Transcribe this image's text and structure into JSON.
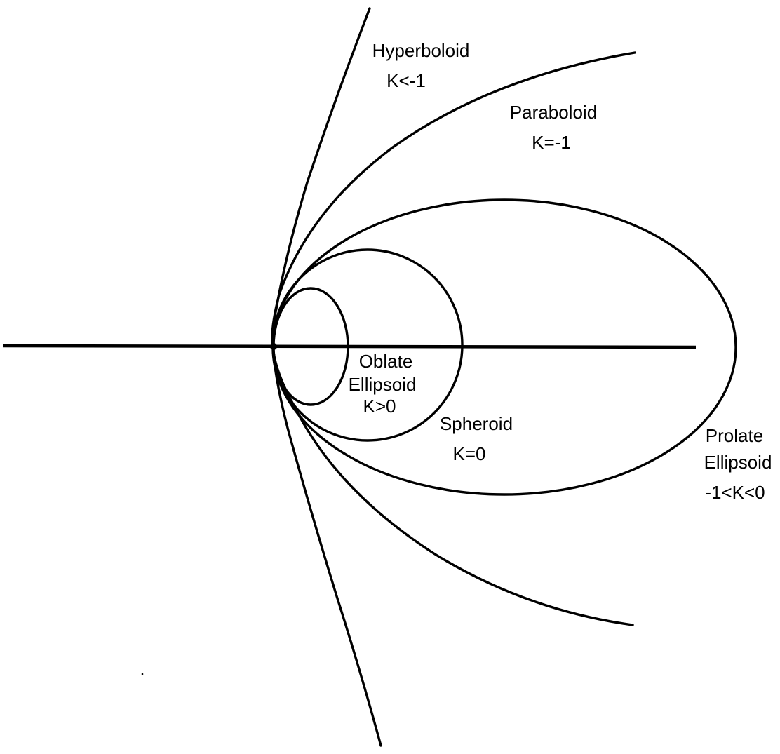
{
  "figure": {
    "curves": [
      {
        "id": "hyperboloid",
        "name": "Hyperboloid",
        "condition": "K<-1"
      },
      {
        "id": "paraboloid",
        "name": "Paraboloid",
        "condition": "K=-1"
      },
      {
        "id": "prolate-ellipsoid",
        "name_lines": [
          "Prolate",
          "Ellipsoid"
        ],
        "condition": "-1<K<0"
      },
      {
        "id": "spheroid",
        "name": "Spheroid",
        "condition": "K=0"
      },
      {
        "id": "oblate-ellipsoid",
        "name_lines": [
          "Oblate",
          "Ellipsoid"
        ],
        "condition": "K>0"
      }
    ],
    "stroke_color": "#000000",
    "background_color": "#ffffff"
  }
}
